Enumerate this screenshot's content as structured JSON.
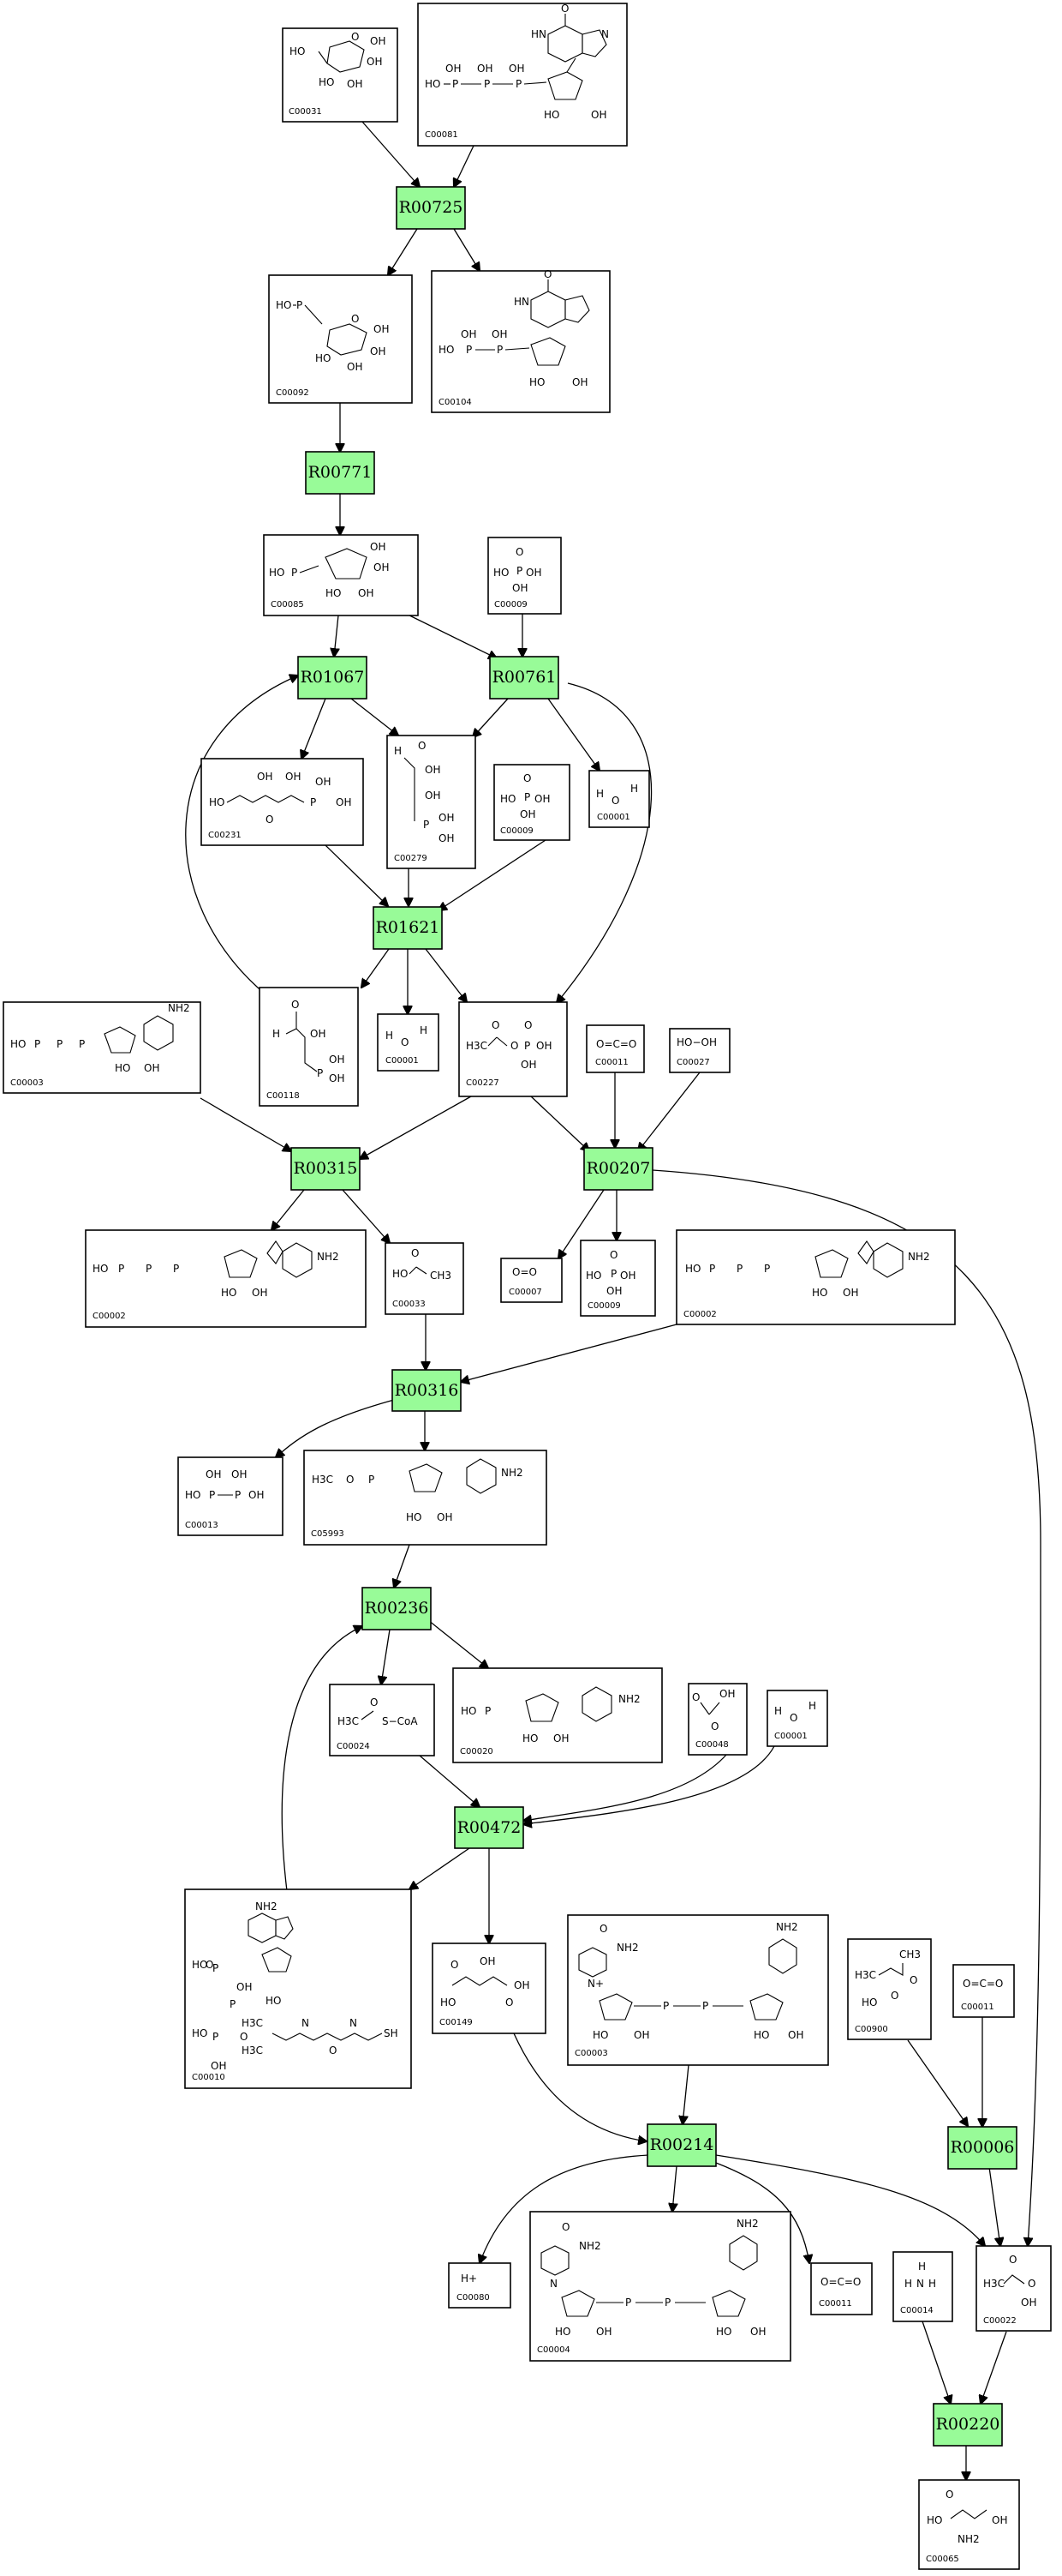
{
  "reactions": [
    {
      "id": "R00725",
      "label": "R00725"
    },
    {
      "id": "R00771",
      "label": "R00771"
    },
    {
      "id": "R01067",
      "label": "R01067"
    },
    {
      "id": "R00761",
      "label": "R00761"
    },
    {
      "id": "R01621",
      "label": "R01621"
    },
    {
      "id": "R00315",
      "label": "R00315"
    },
    {
      "id": "R00207",
      "label": "R00207"
    },
    {
      "id": "R00316",
      "label": "R00316"
    },
    {
      "id": "R00236",
      "label": "R00236"
    },
    {
      "id": "R00472",
      "label": "R00472"
    },
    {
      "id": "R00214",
      "label": "R00214"
    },
    {
      "id": "R00006",
      "label": "R00006"
    },
    {
      "id": "R00220",
      "label": "R00220"
    }
  ],
  "compounds": [
    {
      "id": "c00031",
      "label": "C00031"
    },
    {
      "id": "c00081",
      "label": "C00081"
    },
    {
      "id": "c00092",
      "label": "C00092"
    },
    {
      "id": "c00104",
      "label": "C00104"
    },
    {
      "id": "c00085",
      "label": "C00085"
    },
    {
      "id": "c00009a",
      "label": "C00009"
    },
    {
      "id": "c00231",
      "label": "C00231"
    },
    {
      "id": "c00279",
      "label": "C00279"
    },
    {
      "id": "c00009b",
      "label": "C00009"
    },
    {
      "id": "c00001a",
      "label": "C00001"
    },
    {
      "id": "c00003a",
      "label": "C00003"
    },
    {
      "id": "c00118",
      "label": "C00118"
    },
    {
      "id": "c00001b",
      "label": "C00001"
    },
    {
      "id": "c00227",
      "label": "C00227"
    },
    {
      "id": "c00011a",
      "label": "C00011"
    },
    {
      "id": "c00027",
      "label": "C00027"
    },
    {
      "id": "c00002a",
      "label": "C00002"
    },
    {
      "id": "c00033",
      "label": "C00033"
    },
    {
      "id": "c00007",
      "label": "C00007"
    },
    {
      "id": "c00009c",
      "label": "C00009"
    },
    {
      "id": "c00002b",
      "label": "C00002"
    },
    {
      "id": "c00013",
      "label": "C00013"
    },
    {
      "id": "c05993",
      "label": "C05993"
    },
    {
      "id": "c00024",
      "label": "C00024"
    },
    {
      "id": "c00020",
      "label": "C00020"
    },
    {
      "id": "c00048",
      "label": "C00048"
    },
    {
      "id": "c00001c",
      "label": "C00001"
    },
    {
      "id": "c00010",
      "label": "C00010"
    },
    {
      "id": "c00149",
      "label": "C00149"
    },
    {
      "id": "c00003b",
      "label": "C00003"
    },
    {
      "id": "c00900",
      "label": "C00900"
    },
    {
      "id": "c00011b",
      "label": "C00011"
    },
    {
      "id": "c00080",
      "label": "C00080"
    },
    {
      "id": "c00004",
      "label": "C00004"
    },
    {
      "id": "c00011c",
      "label": "C00011"
    },
    {
      "id": "c00014",
      "label": "C00014"
    },
    {
      "id": "c00022",
      "label": "C00022"
    },
    {
      "id": "c00065",
      "label": "C00065"
    }
  ],
  "structure_text": {
    "hoh_oh": "HO",
    "oh": "OH",
    "h": "H",
    "o": "O",
    "p": "P",
    "nh2": "NH2",
    "h3c": "H3C",
    "sh": "SH",
    "scoa": "S−CoA",
    "ho_oh": "HO−OH",
    "oco": "O=C=O",
    "oeqo": "O=O",
    "hplus": "H+",
    "ch3": "CH3",
    "hn": "HN",
    "n": "N",
    "nplus": "N+"
  }
}
